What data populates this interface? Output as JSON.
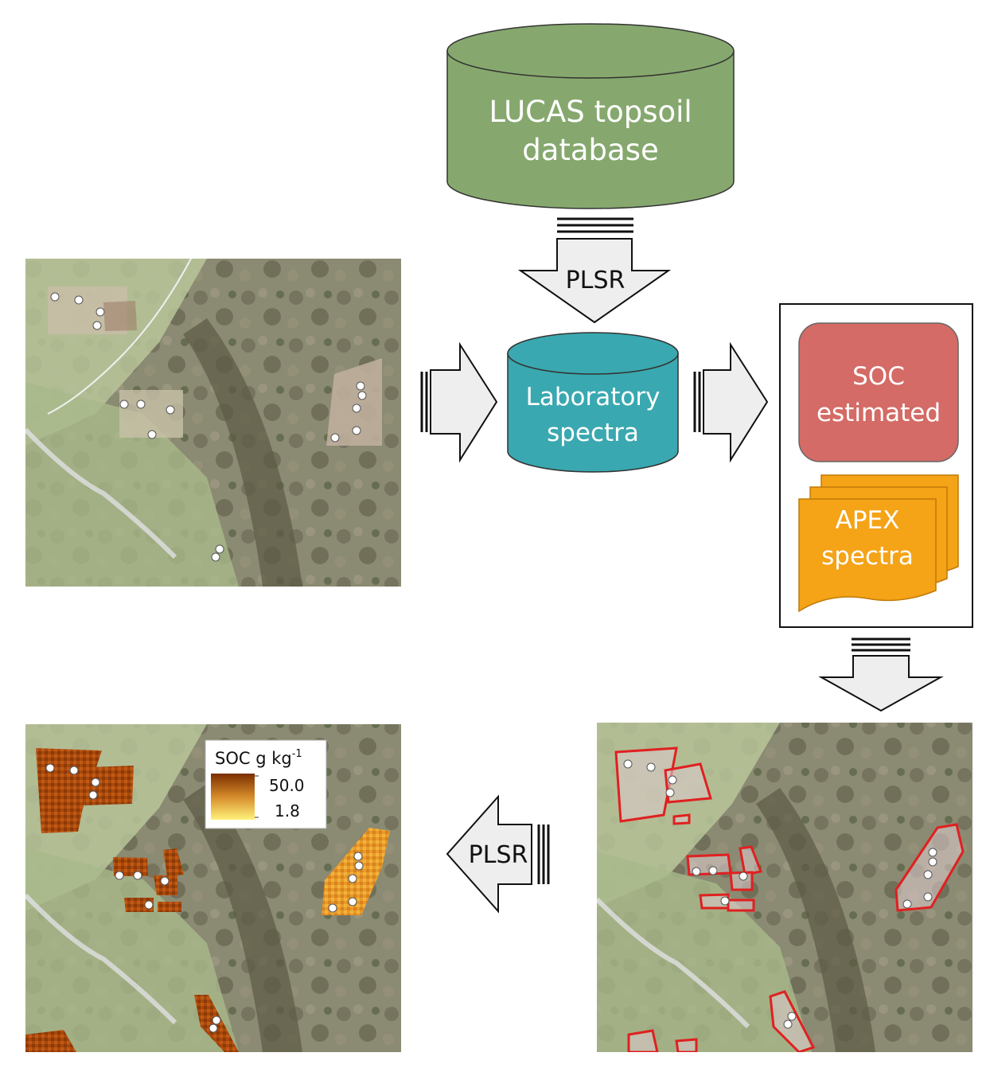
{
  "diagram": {
    "lucas_db": {
      "line1": "LUCAS topsoil",
      "line2": "database"
    },
    "plsr_top": "PLSR",
    "lab_spectra": {
      "line1": "Laboratory",
      "line2": "spectra"
    },
    "soc_estimated": {
      "line1": "SOC",
      "line2": "estimated"
    },
    "apex_spectra": {
      "line1": "APEX",
      "line2": "spectra"
    },
    "plsr_bottom": "PLSR",
    "legend": {
      "title": "SOC g kg",
      "superscript": "-1",
      "max": "50.0",
      "min": "1.8"
    }
  },
  "colors": {
    "lucas_fill": "#86a86e",
    "lab_fill": "#3aa8b0",
    "soc_fill": "#d46b66",
    "apex_fill": "#f5a317",
    "arrow_fill": "#eeeeee",
    "field_outline": "#e02020",
    "soc_high": "#7a2e00",
    "soc_low": "#fff27a"
  }
}
